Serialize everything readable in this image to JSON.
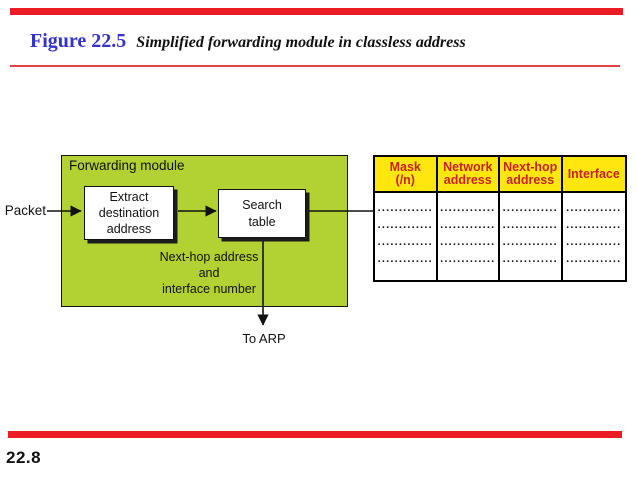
{
  "slide": {
    "figure_label": "Figure 22.5",
    "figure_title": "Simplified forwarding module in classless address",
    "page_number": "22.8"
  },
  "diagram": {
    "module_label": "Forwarding module",
    "packet_label": "Packet",
    "extract_box_lines": [
      "Extract",
      "destination",
      "address"
    ],
    "search_box_lines": [
      "Search",
      "table"
    ],
    "output_note_lines": [
      "Next-hop address",
      "and",
      "interface number"
    ],
    "to_arp_label": "To ARP"
  },
  "routing_table": {
    "headers": [
      [
        "Mask",
        "(/n)"
      ],
      [
        "Network",
        "address"
      ],
      [
        "Next-hop",
        "address"
      ],
      [
        "Interface",
        ""
      ]
    ],
    "rows": [
      [
        ".............",
        ".............",
        ".............",
        "............."
      ],
      [
        ".............",
        ".............",
        ".............",
        "............."
      ],
      [
        ".............",
        ".............",
        ".............",
        "............."
      ],
      [
        ".............",
        ".............",
        ".............",
        "............."
      ]
    ]
  },
  "colors": {
    "bar_red": "#ec1c24",
    "rule_red": "#de4348",
    "title_blue": "#3333cc",
    "module_green": "#b2d233",
    "table_header_yellow": "#ffe70d",
    "table_header_text_red": "#c8232b"
  }
}
